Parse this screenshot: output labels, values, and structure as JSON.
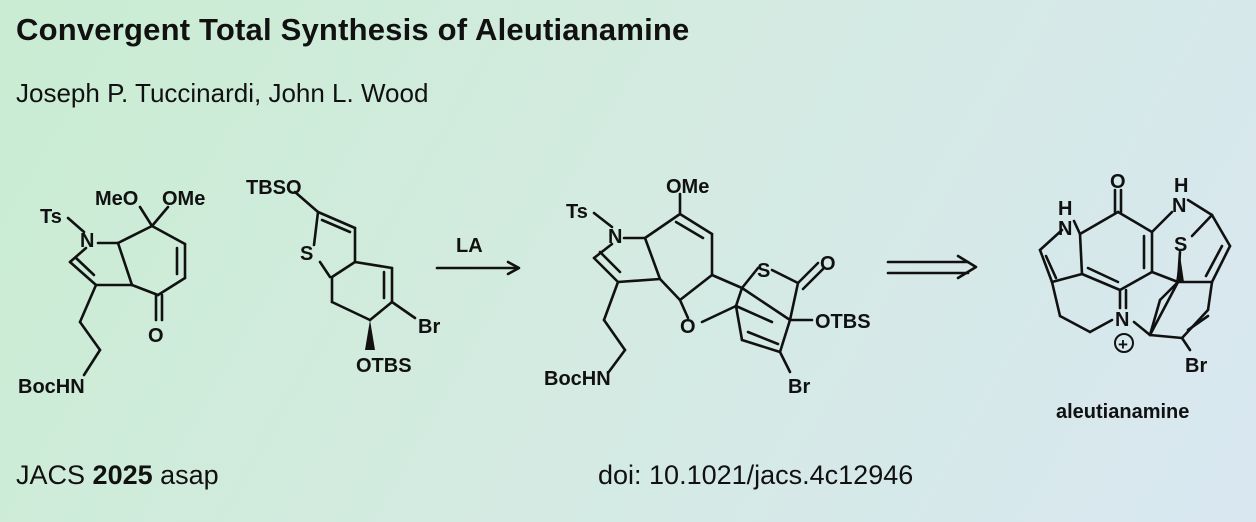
{
  "title": "Convergent Total Synthesis of Aleutianamine",
  "authors": "Joseph P. Tuccinardi, John L. Wood",
  "journal": {
    "name": "JACS",
    "year": "2025",
    "status": "asap"
  },
  "doi": "doi: 10.1021/jacs.4c12946",
  "scheme": {
    "reagent": "LA",
    "product_name": "aleutianamine",
    "labels": {
      "ts": "Ts",
      "n": "N",
      "meo": "MeO",
      "ome": "OMe",
      "o": "O",
      "bochn": "BocHN",
      "tbso": "TBSO",
      "s": "S",
      "br": "Br",
      "otbs": "OTBS",
      "h": "H",
      "plus": "+"
    }
  }
}
